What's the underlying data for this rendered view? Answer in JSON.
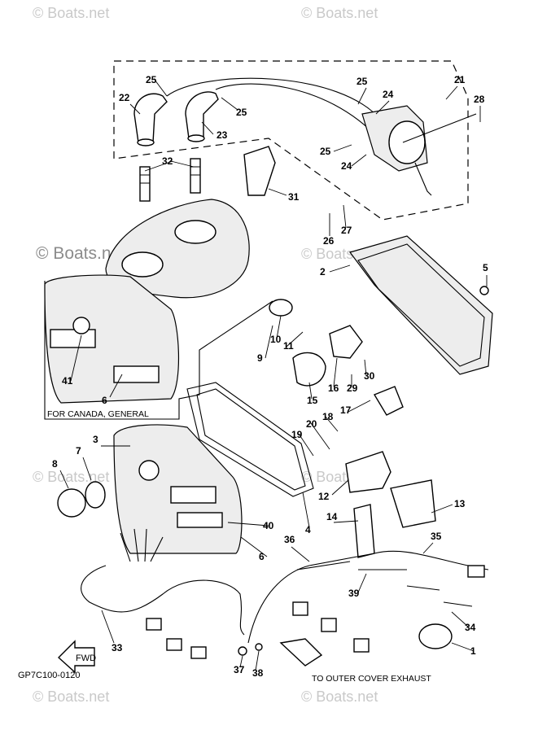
{
  "watermark": "© Boats.net",
  "caption_canada": "FOR CANADA, GENERAL",
  "caption_exhaust": "TO OUTER COVER EXHAUST",
  "diagram_code": "GP7C100-0120",
  "fwd_label": "FWD",
  "callouts": [
    "25",
    "22",
    "25",
    "23",
    "25",
    "24",
    "21",
    "28",
    "25",
    "24",
    "32",
    "31",
    "26",
    "27",
    "2",
    "5",
    "41",
    "6",
    "10",
    "11",
    "9",
    "16",
    "29",
    "30",
    "15",
    "17",
    "19",
    "20",
    "18",
    "3",
    "7",
    "8",
    "12",
    "13",
    "14",
    "40",
    "4",
    "6",
    "36",
    "35",
    "39",
    "34",
    "33",
    "37",
    "38",
    "1"
  ]
}
